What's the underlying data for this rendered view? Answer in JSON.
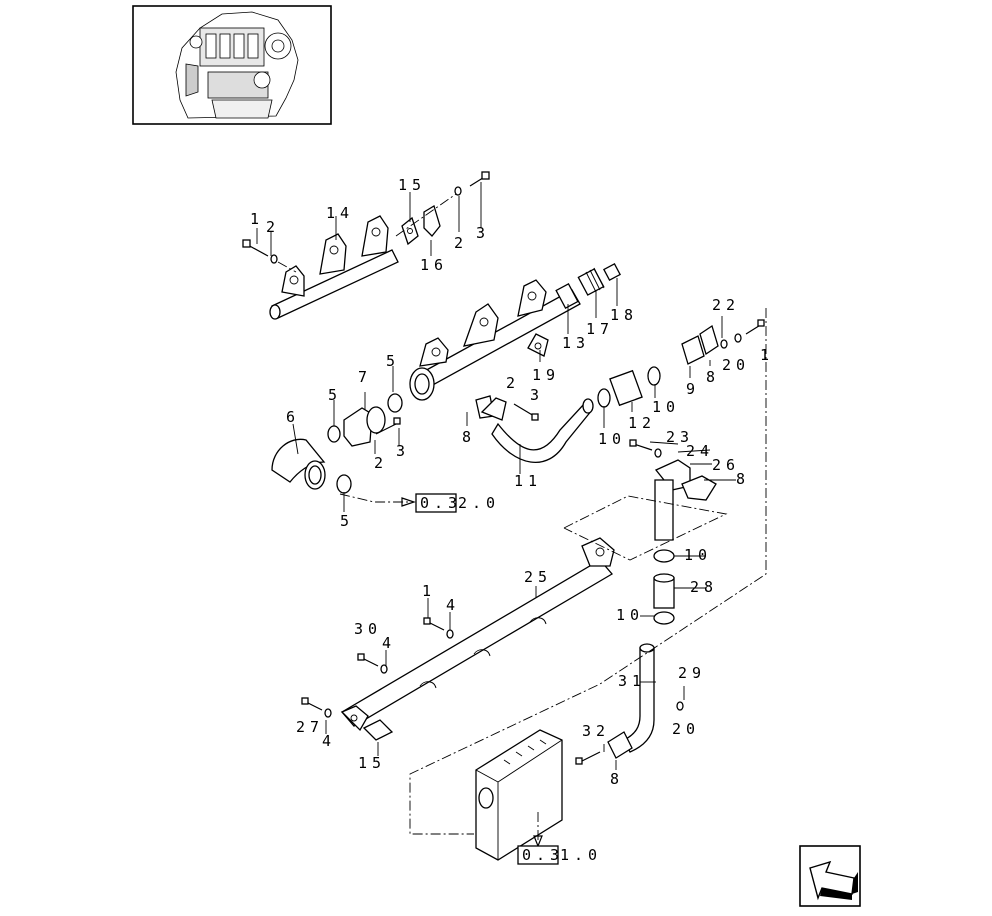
{
  "callouts": [
    {
      "id": "c1a",
      "text": "1"
    },
    {
      "id": "c2a",
      "text": "2"
    },
    {
      "id": "c14",
      "text": "14"
    },
    {
      "id": "c15a",
      "text": "15"
    },
    {
      "id": "c16",
      "text": "16"
    },
    {
      "id": "c2b",
      "text": "2"
    },
    {
      "id": "c3a",
      "text": "3"
    },
    {
      "id": "c13",
      "text": "13"
    },
    {
      "id": "c17",
      "text": "17"
    },
    {
      "id": "c18",
      "text": "18"
    },
    {
      "id": "c19",
      "text": "19"
    },
    {
      "id": "c22",
      "text": "22"
    },
    {
      "id": "c1b",
      "text": "1"
    },
    {
      "id": "c8a",
      "text": "8"
    },
    {
      "id": "c20a",
      "text": "20"
    },
    {
      "id": "c9",
      "text": "9"
    },
    {
      "id": "c10a",
      "text": "10"
    },
    {
      "id": "c12",
      "text": "12"
    },
    {
      "id": "c10b",
      "text": "10"
    },
    {
      "id": "c5a",
      "text": "5"
    },
    {
      "id": "c7",
      "text": "7"
    },
    {
      "id": "c5b",
      "text": "5"
    },
    {
      "id": "c6",
      "text": "6"
    },
    {
      "id": "c2c",
      "text": "2"
    },
    {
      "id": "c3b",
      "text": "3"
    },
    {
      "id": "c8b",
      "text": "8"
    },
    {
      "id": "c2d",
      "text": "2"
    },
    {
      "id": "c3c",
      "text": "3"
    },
    {
      "id": "c11",
      "text": "11"
    },
    {
      "id": "c5c",
      "text": "5"
    },
    {
      "id": "c23",
      "text": "23"
    },
    {
      "id": "c24",
      "text": "24"
    },
    {
      "id": "c26",
      "text": "26"
    },
    {
      "id": "c8c",
      "text": "8"
    },
    {
      "id": "c10c",
      "text": "10"
    },
    {
      "id": "c28",
      "text": "28"
    },
    {
      "id": "c10d",
      "text": "10"
    },
    {
      "id": "c25",
      "text": "25"
    },
    {
      "id": "c1c",
      "text": "1"
    },
    {
      "id": "c4a",
      "text": "4"
    },
    {
      "id": "c30",
      "text": "30"
    },
    {
      "id": "c4b",
      "text": "4"
    },
    {
      "id": "c27",
      "text": "27"
    },
    {
      "id": "c4c",
      "text": "4"
    },
    {
      "id": "c15b",
      "text": "15"
    },
    {
      "id": "c31",
      "text": "31"
    },
    {
      "id": "c29",
      "text": "29"
    },
    {
      "id": "c32",
      "text": "32"
    },
    {
      "id": "c8d",
      "text": "8"
    },
    {
      "id": "c20b",
      "text": "20"
    }
  ],
  "references": {
    "ref1": {
      "box": "0.3",
      "suffix": "2.0"
    },
    "ref2": {
      "box": "0.3",
      "suffix": "1.0"
    }
  }
}
